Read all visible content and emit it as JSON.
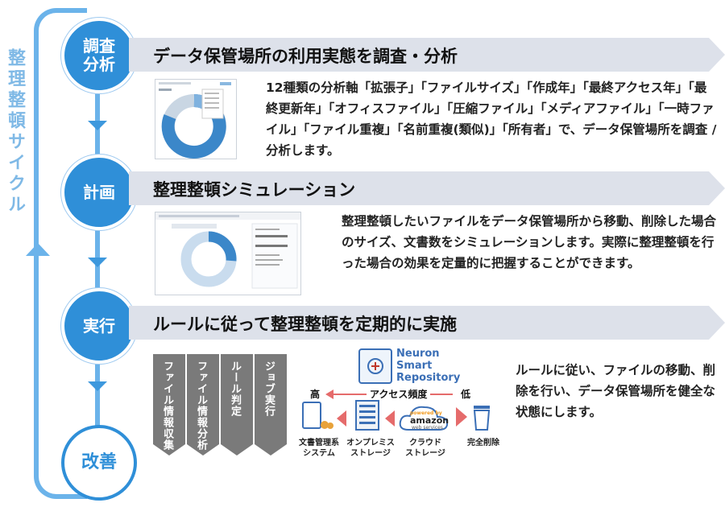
{
  "cycle_label": "整理整頓サイクル",
  "steps": [
    {
      "label": "調査\n分析",
      "title": "データ保管場所の利用実態を調査・分析",
      "desc": "12種類の分析軸「拡張子」「ファイルサイズ」「作成年」「最終アクセス年」「最終更新年」「オフィスファイル」「圧縮ファイル」「メディアファイル」「一時ファイル」「ファイル重複」「名前重複(類似)」「所有者」で、データ保管場所を調査 / 分析します。"
    },
    {
      "label": "計画",
      "title": "整理整頓シミュレーション",
      "desc": "整理整頓したいファイルをデータ保管場所から移動、削除した場合のサイズ、文書数をシミュレーションします。実際に整理整頓を行った場合の効果を定量的に把握することができます。"
    },
    {
      "label": "実行",
      "title": "ルールに従って整理整頓を定期的に実施",
      "desc": "ルールに従い、ファイルの移動、削除を行い、データ保管場所を健全な状態にします。"
    },
    {
      "label": "改善"
    }
  ],
  "process_tags": [
    "ファイル情報収集",
    "ファイル情報分析",
    "ルール判定",
    "ジョブ実行"
  ],
  "product": {
    "line1": "Neuron",
    "line2": "Smart",
    "line3": "Repository"
  },
  "access": {
    "label": "アクセス頻度",
    "high": "高",
    "low": "低"
  },
  "storage": [
    {
      "name": "文書管理系\nシステム"
    },
    {
      "name": "オンプレミス\nストレージ"
    },
    {
      "name": "クラウド\nストレージ"
    },
    {
      "name": "完全削除"
    }
  ],
  "amazon": {
    "top": "powered by",
    "brand": "amazon",
    "sub": "web services"
  },
  "colors": {
    "accent": "#2f8fd8",
    "loop": "#6bb3ea",
    "banner": "#dde1ea",
    "tag": "#7a7a7a",
    "arrow_red": "#e56b6b"
  }
}
